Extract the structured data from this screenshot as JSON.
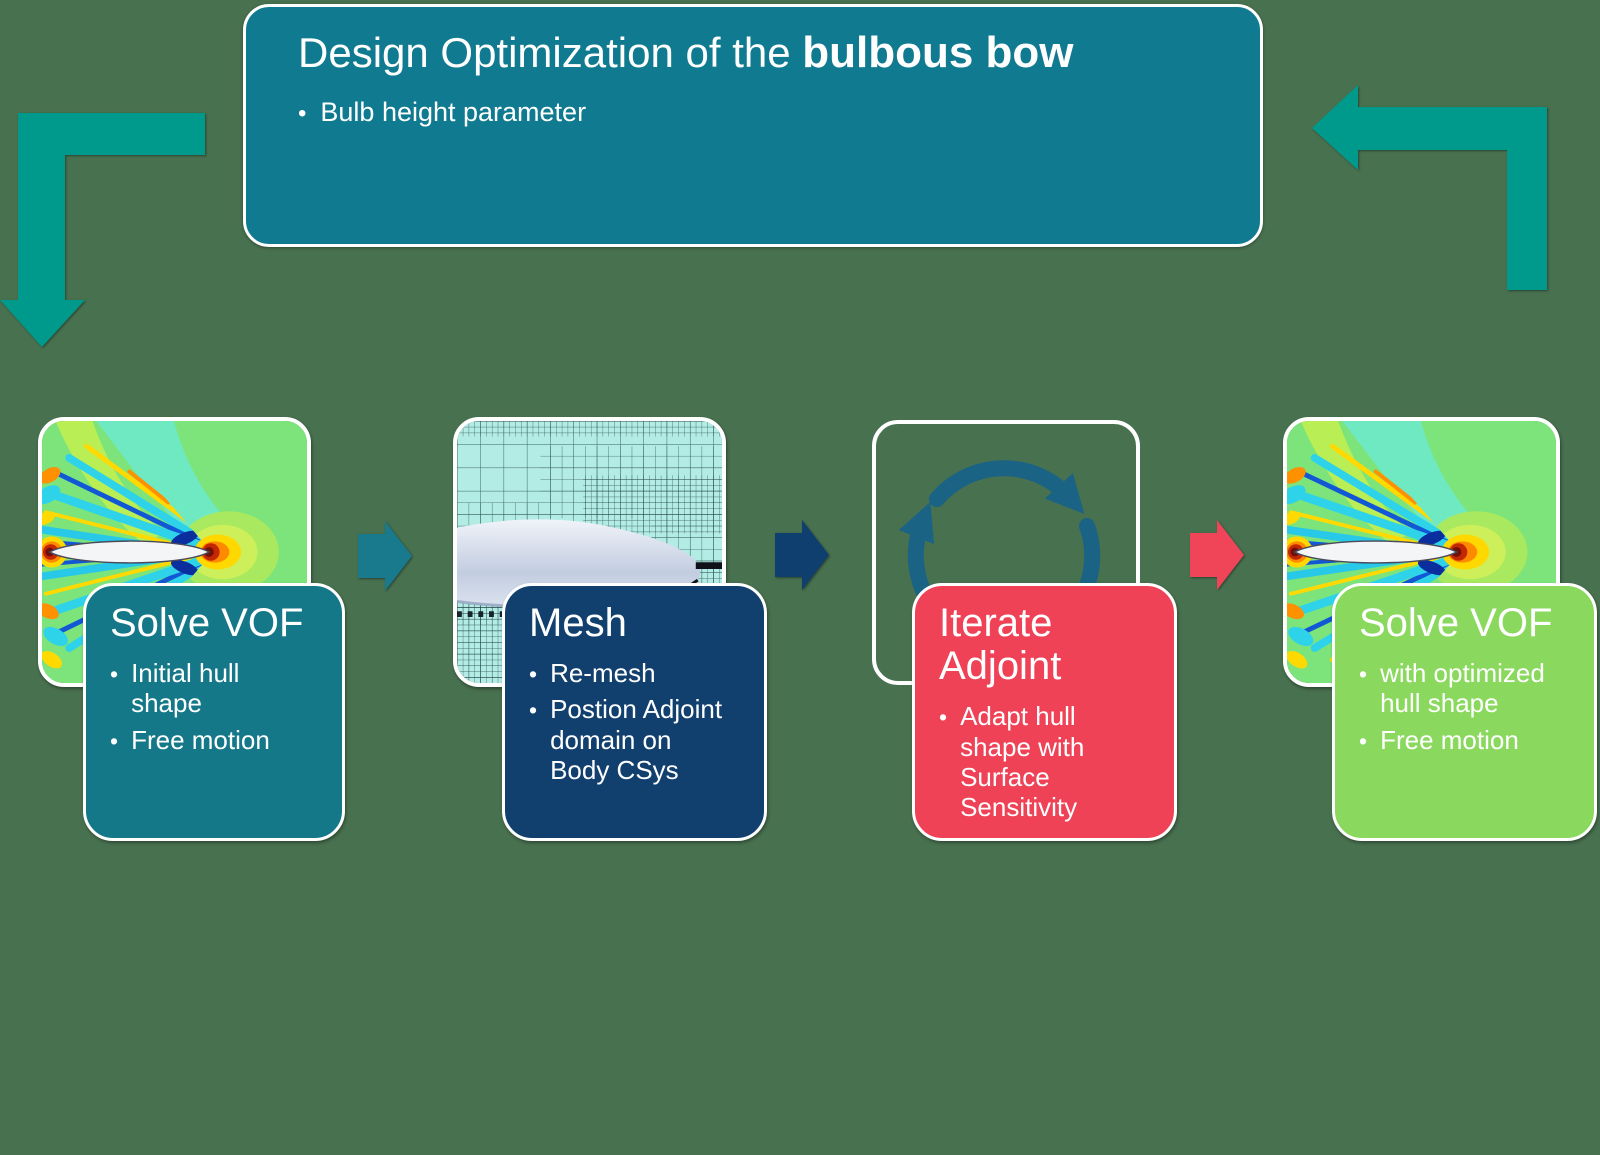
{
  "slide": {
    "header": {
      "title_regular": "Design Optimization of the ",
      "title_emphasis": "bulbous bow",
      "bullet": "Bulb height parameter"
    },
    "steps": [
      {
        "title": "Solve VOF",
        "bullets": [
          "Initial hull\nshape",
          "Free motion"
        ]
      },
      {
        "title": "Mesh",
        "bullets": [
          "Re-mesh",
          "Postion Adjoint\ndomain on\nBody CSys"
        ]
      },
      {
        "title": "Iterate\nAdjoint",
        "bullets": [
          "Adapt hull\nshape with\nSurface\nSensitivity"
        ]
      },
      {
        "title": "Solve VOF",
        "bullets": [
          "with optimized\nhull shape",
          "Free motion"
        ]
      }
    ],
    "glyphs": {
      "bullet": "•"
    },
    "icons": {
      "iteration_cycle": "circular-arrows-clockwise-icon",
      "thumb_initial": "cfd-wave-pattern-contour-plot",
      "thumb_mesh": "hull-mesh-refinement-image",
      "thumb_optimized": "cfd-wave-pattern-contour-plot"
    },
    "colors": {
      "background": "#48714f",
      "header_box": "#0f7a90",
      "step_solve_vof": "#147889",
      "step_mesh": "#11406f",
      "step_iterate_adjoint": "#ef4257",
      "step_solve_vof_optimized": "#8ad95e",
      "loop_arrows": "#009a8d",
      "flow_arrow_1": "#187a8c",
      "flow_arrow_2": "#0f3f6e",
      "flow_arrow_3": "#f04459",
      "cycle_icon": "#1b6384",
      "text": "#ffffff"
    }
  }
}
